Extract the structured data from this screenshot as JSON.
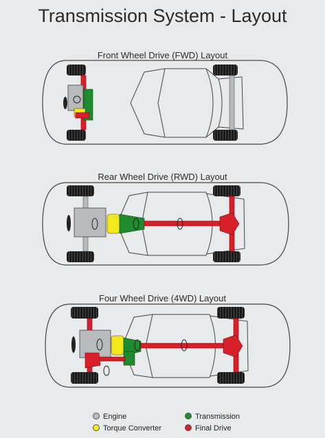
{
  "title": "Transmission System - Layout",
  "layouts": {
    "fwd": "Front Wheel Drive (FWD) Layout",
    "rwd": "Rear Wheel Drive (RWD) Layout",
    "4wd": "Four Wheel Drive (4WD) Layout"
  },
  "legend": [
    {
      "label": "Engine",
      "color": "#b9babc"
    },
    {
      "label": "Transmission",
      "color": "#1e8c2e"
    },
    {
      "label": "Torque Converter",
      "color": "#f3e81c"
    },
    {
      "label": "Final Drive",
      "color": "#d8202a"
    }
  ],
  "colors": {
    "engine": "#b9babc",
    "transmission": "#1e8c2e",
    "torque_converter": "#f3e81c",
    "final_drive": "#d8202a",
    "tyre": "#1b1b1b",
    "outline": "#444444"
  }
}
